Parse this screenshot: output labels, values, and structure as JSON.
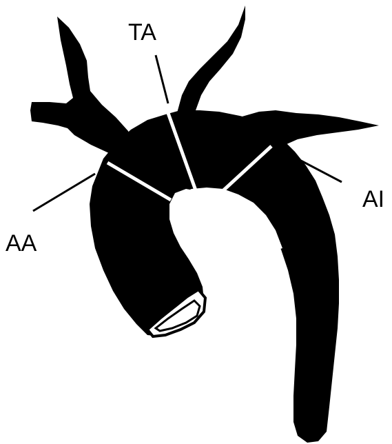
{
  "diagram": {
    "labels": {
      "ta": "TA",
      "aa": "AA",
      "ai": "AI"
    },
    "colors": {
      "fill": "#000000",
      "background": "#ffffff"
    }
  }
}
